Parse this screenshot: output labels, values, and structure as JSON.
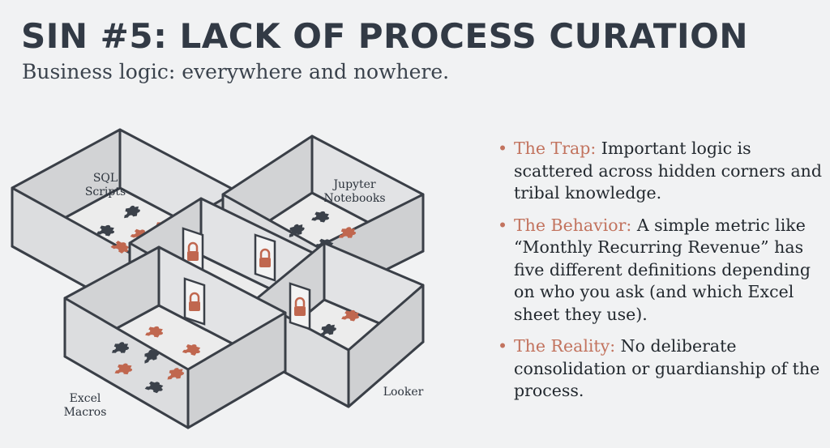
{
  "title": "SIN #5: LACK OF PROCESS CURATION",
  "subtitle": "Business logic: everywhere and nowhere.",
  "illustration": {
    "labels": {
      "sql": [
        "SQL",
        "Scripts"
      ],
      "jupyter": [
        "Jupyter",
        "Notebooks"
      ],
      "excel": [
        "Excel",
        "Macros"
      ],
      "looker": "Looker"
    },
    "icons": [
      "puzzle-piece-icon",
      "padlock-icon"
    ]
  },
  "bullets": [
    {
      "key": "The Trap:",
      "text": " Important logic is scattered across hidden corners and tribal knowledge."
    },
    {
      "key": "The Behavior:",
      "text": " A simple metric like “Monthly Recurring Revenue” has five different definitions depending on who you ask (and which Excel sheet they use)."
    },
    {
      "key": "The Reality:",
      "text": " No deliberate consolidation or guardianship of the process."
    }
  ],
  "colors": {
    "accent": "#c2735e",
    "dark_piece": "#3b414a",
    "orange_piece": "#c0674f",
    "wall": "#dcdcdc",
    "line": "#3a3f47",
    "background": "#f1f2f3"
  }
}
